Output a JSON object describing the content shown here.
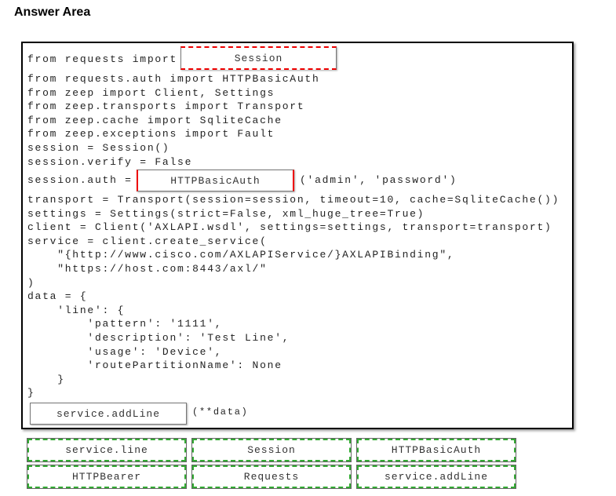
{
  "title": "Answer Area",
  "code": {
    "line1_prefix": "from requests import",
    "lines_a": [
      "from requests.auth import HTTPBasicAuth",
      "from zeep import Client, Settings",
      "from zeep.transports import Transport",
      "from zeep.cache import SqliteCache",
      "from zeep.exceptions import Fault",
      "session = Session()",
      "session.verify = False"
    ],
    "auth_prefix": "session.auth =",
    "auth_suffix": "('admin', 'password')",
    "lines_b": [
      "transport = Transport(session=session, timeout=10, cache=SqliteCache())",
      "settings = Settings(strict=False, xml_huge_tree=True)",
      "client = Client('AXLAPI.wsdl', settings=settings, transport=transport)",
      "service = client.create_service(",
      "    \"{http://www.cisco.com/AXLAPIService/}AXLAPIBinding\",",
      "    \"https://host.com:8443/axl/\"",
      ")",
      "data = {",
      "    'line': {",
      "        'pattern': '1111',",
      "        'description': 'Test Line',",
      "        'usage': 'Device',",
      "        'routePartitionName': None",
      "    }",
      "}"
    ],
    "last_suffix": "(**data)"
  },
  "slots": [
    "Session",
    "HTTPBasicAuth",
    "service.addLine"
  ],
  "tiles": [
    "service.line",
    "Session",
    "HTTPBasicAuth",
    "HTTPBearer",
    "Requests",
    "service.addLine"
  ]
}
